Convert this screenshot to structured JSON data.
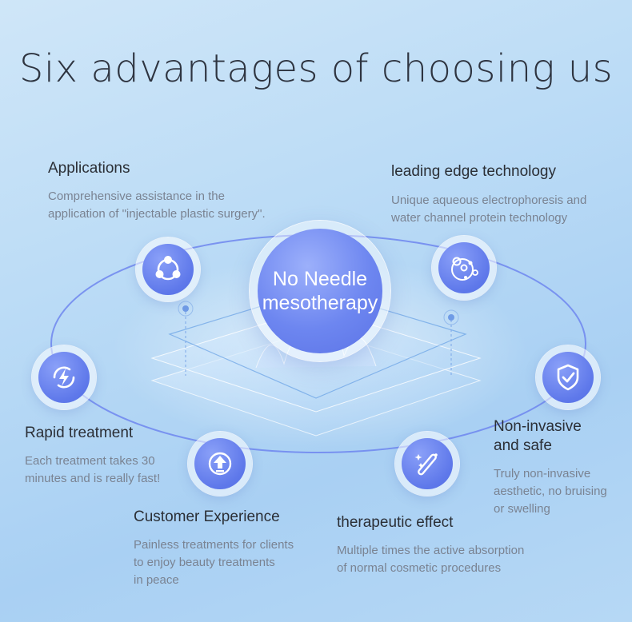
{
  "title": "Six advantages of choosing us",
  "center": {
    "line1": "No Needle",
    "line2": "mesotherapy"
  },
  "features": {
    "applications": {
      "title": "Applications",
      "desc1": "Comprehensive assistance in the",
      "desc2": "application of \"injectable plastic surgery\".",
      "icon": "share-nodes-icon"
    },
    "technology": {
      "title": "leading edge technology",
      "desc1": "Unique aqueous electrophoresis and",
      "desc2": "water channel protein technology",
      "icon": "bubbles-icon"
    },
    "rapid": {
      "title": "Rapid treatment",
      "desc1": "Each treatment takes 30",
      "desc2": "minutes and is really fast!",
      "icon": "lightning-icon"
    },
    "safe": {
      "title1": "Non-invasive",
      "title2": "and safe",
      "desc1": "Truly non-invasive",
      "desc2": "aesthetic, no bruising",
      "desc3": "or swelling",
      "icon": "shield-check-icon"
    },
    "experience": {
      "title": "Customer Experience",
      "desc1": "Painless treatments for clients",
      "desc2": "to enjoy beauty treatments",
      "desc3": "in peace",
      "icon": "upload-arrow-icon"
    },
    "therapeutic": {
      "title": "therapeutic effect",
      "desc1": "Multiple times the active absorption",
      "desc2": "of normal cosmetic procedures",
      "icon": "magic-wand-icon"
    }
  },
  "colors": {
    "accent": "#5e78ea",
    "ring": "#6f86ee",
    "title_text": "#2e3440",
    "body_text": "#7a8392"
  }
}
